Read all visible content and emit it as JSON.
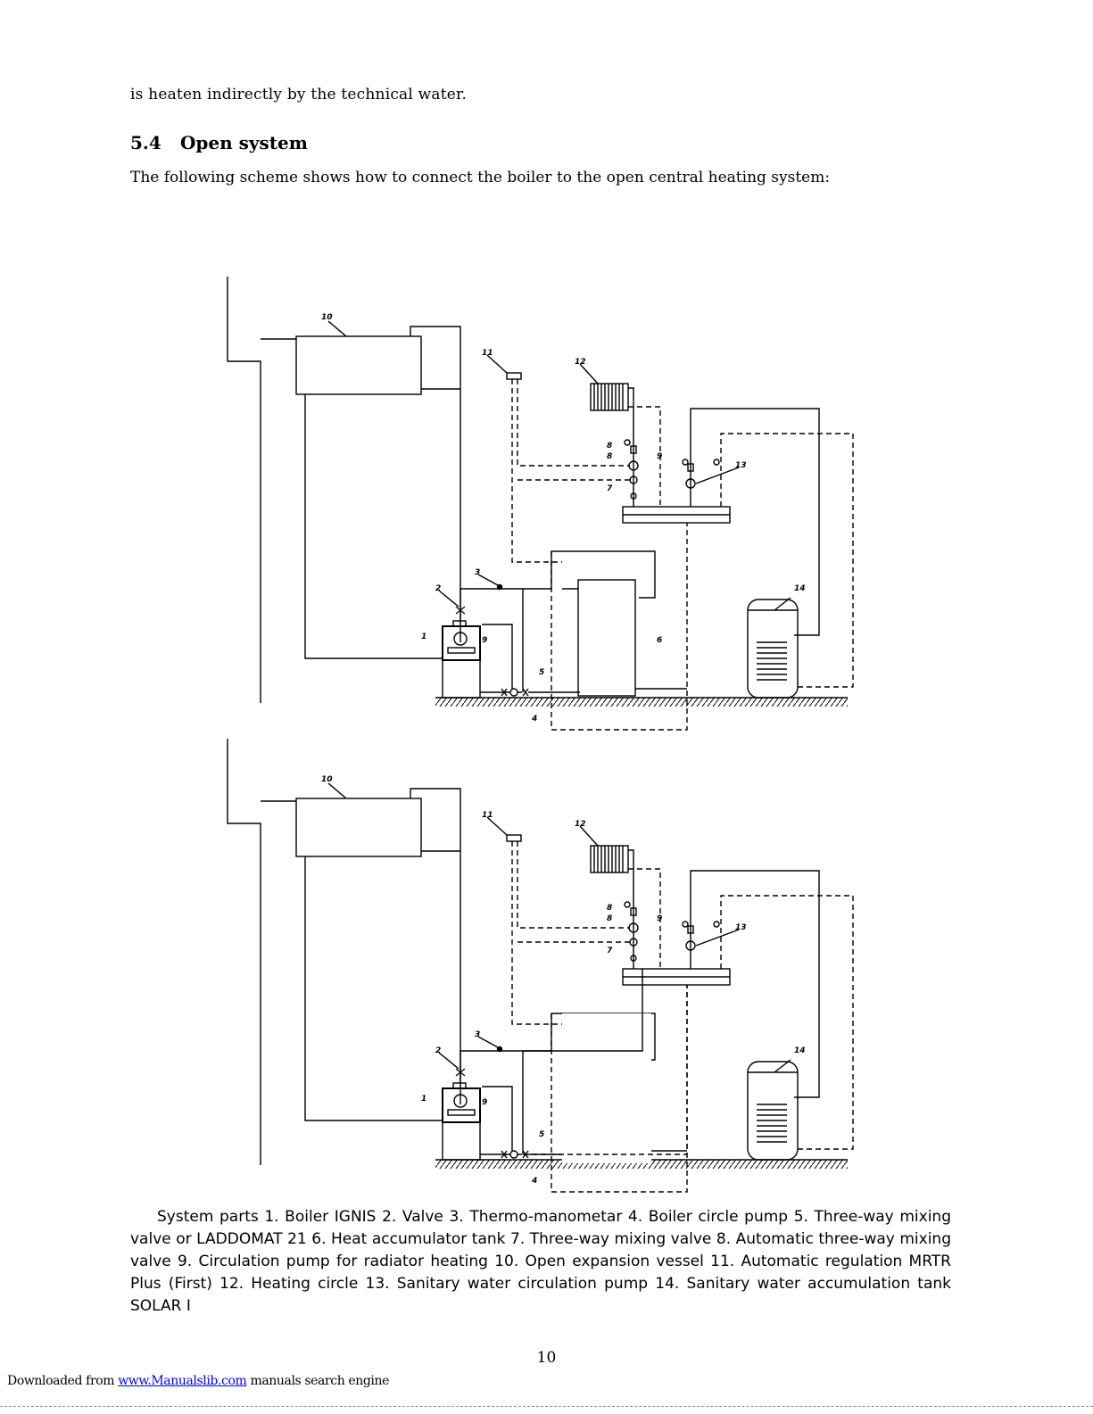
{
  "page": {
    "intro_text": "is heaten indirectly by the technical water.",
    "section_number": "5.4",
    "section_title": "Open system",
    "lead_text": "The following scheme shows how to connect the boiler to the open central heating system:",
    "caption": "System parts 1. Boiler IGNIS 2. Valve 3. Thermo-manometar 4. Boiler circle pump 5. Three-way mixing valve or LADDOMAT 21 6. Heat accumulator tank 7. Three-way mixing valve 8. Automatic three-way mixing valve 9. Circulation pump for radiator heating 10. Open expansion vessel 11. Automatic regulation MRTR Plus (First) 12. Heating circle 13. Sanitary water circulation pump 14. Sanitary water accumulation tank SOLAR I",
    "page_number": "10"
  },
  "footer": {
    "prefix": "Downloaded from ",
    "link_text": "www.Manualslib.com",
    "suffix": " manuals search engine"
  },
  "diagram_labels": {
    "upper": [
      "10",
      "11",
      "12",
      "8",
      "8",
      "9",
      "7",
      "13",
      "3",
      "2",
      "1",
      "9",
      "5",
      "4",
      "6",
      "14"
    ],
    "lower": [
      "10",
      "11",
      "12",
      "8",
      "8",
      "9",
      "7",
      "13",
      "3",
      "2",
      "1",
      "9",
      "5",
      "4",
      "14"
    ]
  }
}
